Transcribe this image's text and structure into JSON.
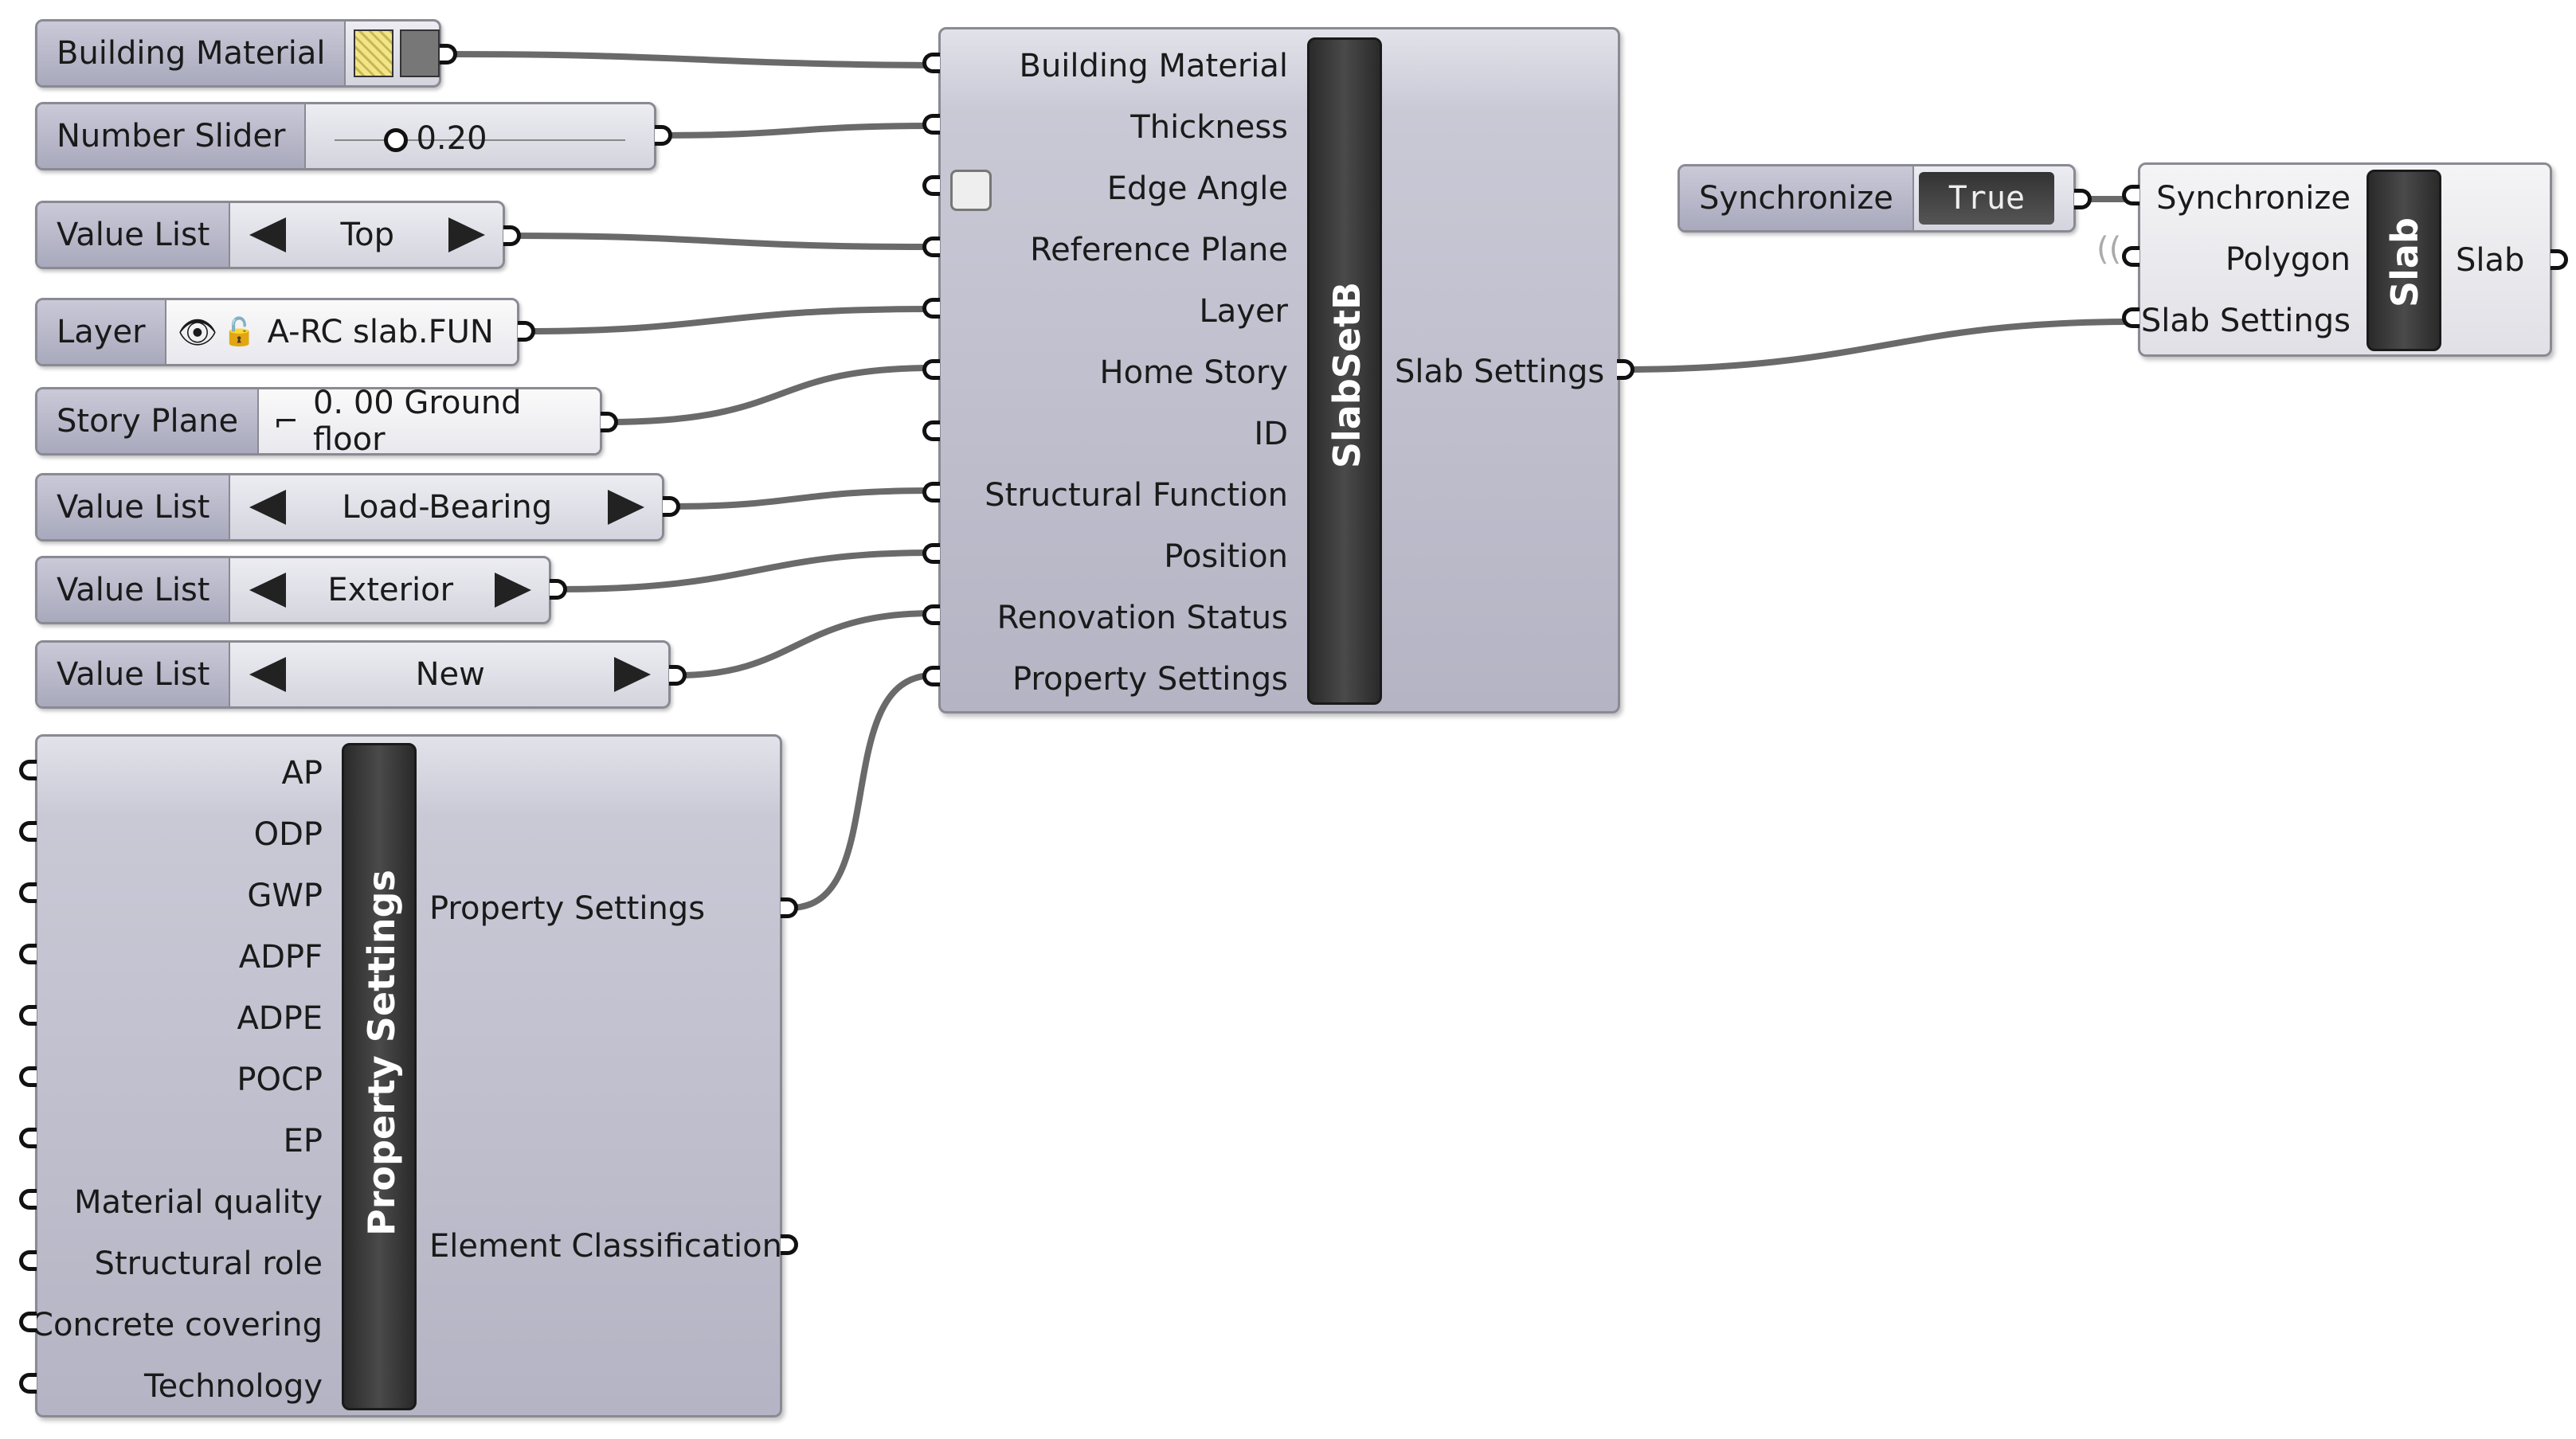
{
  "inputs": {
    "building_material": {
      "label": "Building Material"
    },
    "number_slider": {
      "label": "Number Slider",
      "value": "0.20"
    },
    "value_list_top": {
      "label": "Value List",
      "value": "Top"
    },
    "layer": {
      "label": "Layer",
      "value": "A-RC slab.FUN"
    },
    "story_plane": {
      "label": "Story Plane",
      "value": "0. 00 Ground floor"
    },
    "value_list_load": {
      "label": "Value List",
      "value": "Load-Bearing"
    },
    "value_list_ext": {
      "label": "Value List",
      "value": "Exterior"
    },
    "value_list_new": {
      "label": "Value List",
      "value": "New"
    },
    "synchronize": {
      "label": "Synchronize",
      "value": "True"
    }
  },
  "slabsetb": {
    "title": "SlabSetB",
    "inputs": [
      "Building Material",
      "Thickness",
      "Edge Angle",
      "Reference Plane",
      "Layer",
      "Home Story",
      "ID",
      "Structural Function",
      "Position",
      "Renovation Status",
      "Property Settings"
    ],
    "output": "Slab Settings"
  },
  "slab": {
    "title": "Slab",
    "inputs": [
      "Synchronize",
      "Polygon",
      "Slab Settings"
    ],
    "output": "Slab"
  },
  "property_settings": {
    "title": "Property Settings",
    "inputs": [
      "AP",
      "ODP",
      "GWP",
      "ADPF",
      "ADPE",
      "POCP",
      "EP",
      "Material quality",
      "Structural role",
      "Concrete covering",
      "Technology"
    ],
    "outputs": [
      "Property Settings",
      "Element Classification"
    ]
  },
  "colors": {
    "component_fill": "#b4b4c4",
    "component_bar": "#2a2a2a",
    "wire": "#6a6a6a",
    "port": "#111111"
  }
}
